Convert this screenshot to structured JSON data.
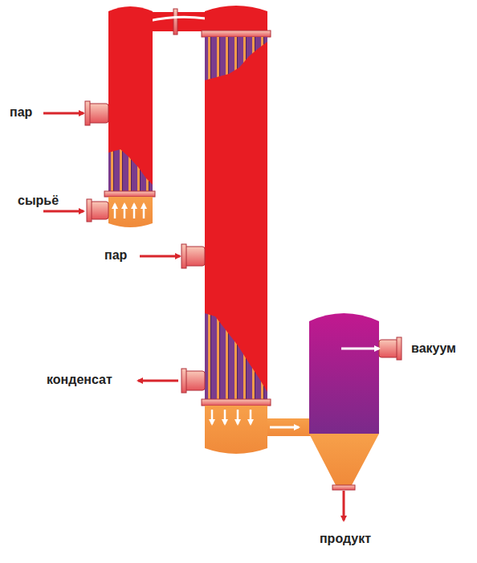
{
  "diagram": {
    "labels": [
      "пар",
      "сырьё",
      "пар",
      "вакуум",
      "конденсат",
      "продукт"
    ]
  }
}
